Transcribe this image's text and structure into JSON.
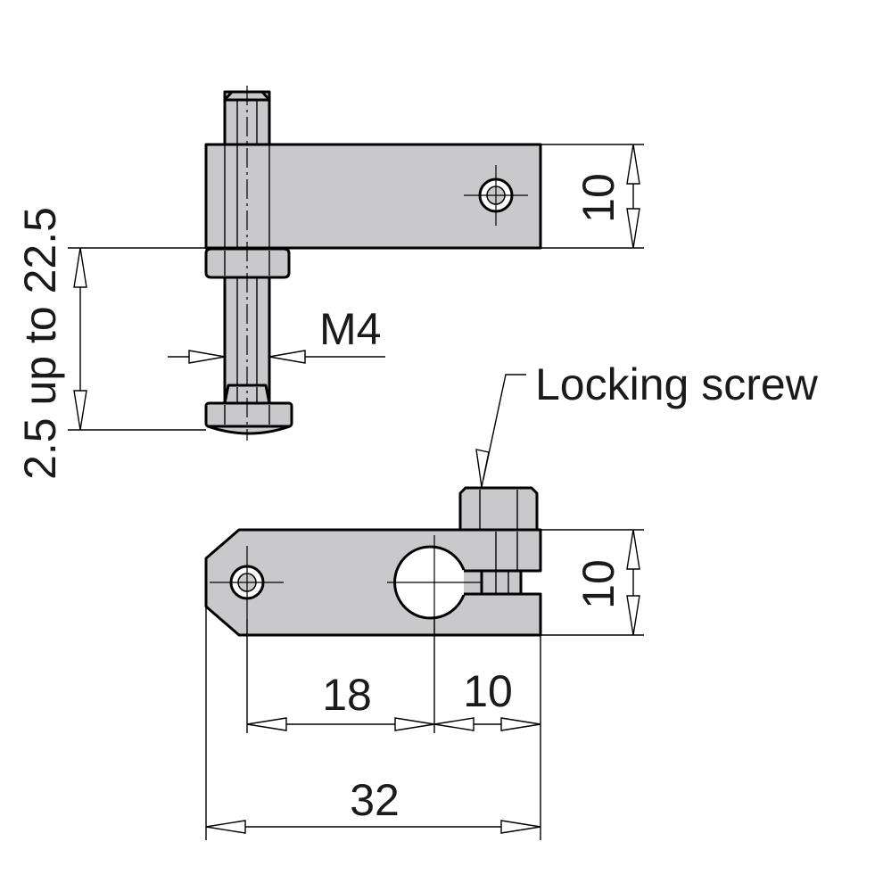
{
  "labels": {
    "top_height": "10",
    "adjust_range": "2.5 up to 22.5",
    "thread": "M4",
    "locking_screw": "Locking screw",
    "bottom_height": "10",
    "dim_hole_spacing": "18",
    "dim_slot": "10",
    "dim_total": "32"
  },
  "colors": {
    "part_fill": "#c9c9cb",
    "line": "#000000",
    "text": "#1a1a1a",
    "background": "#ffffff"
  }
}
